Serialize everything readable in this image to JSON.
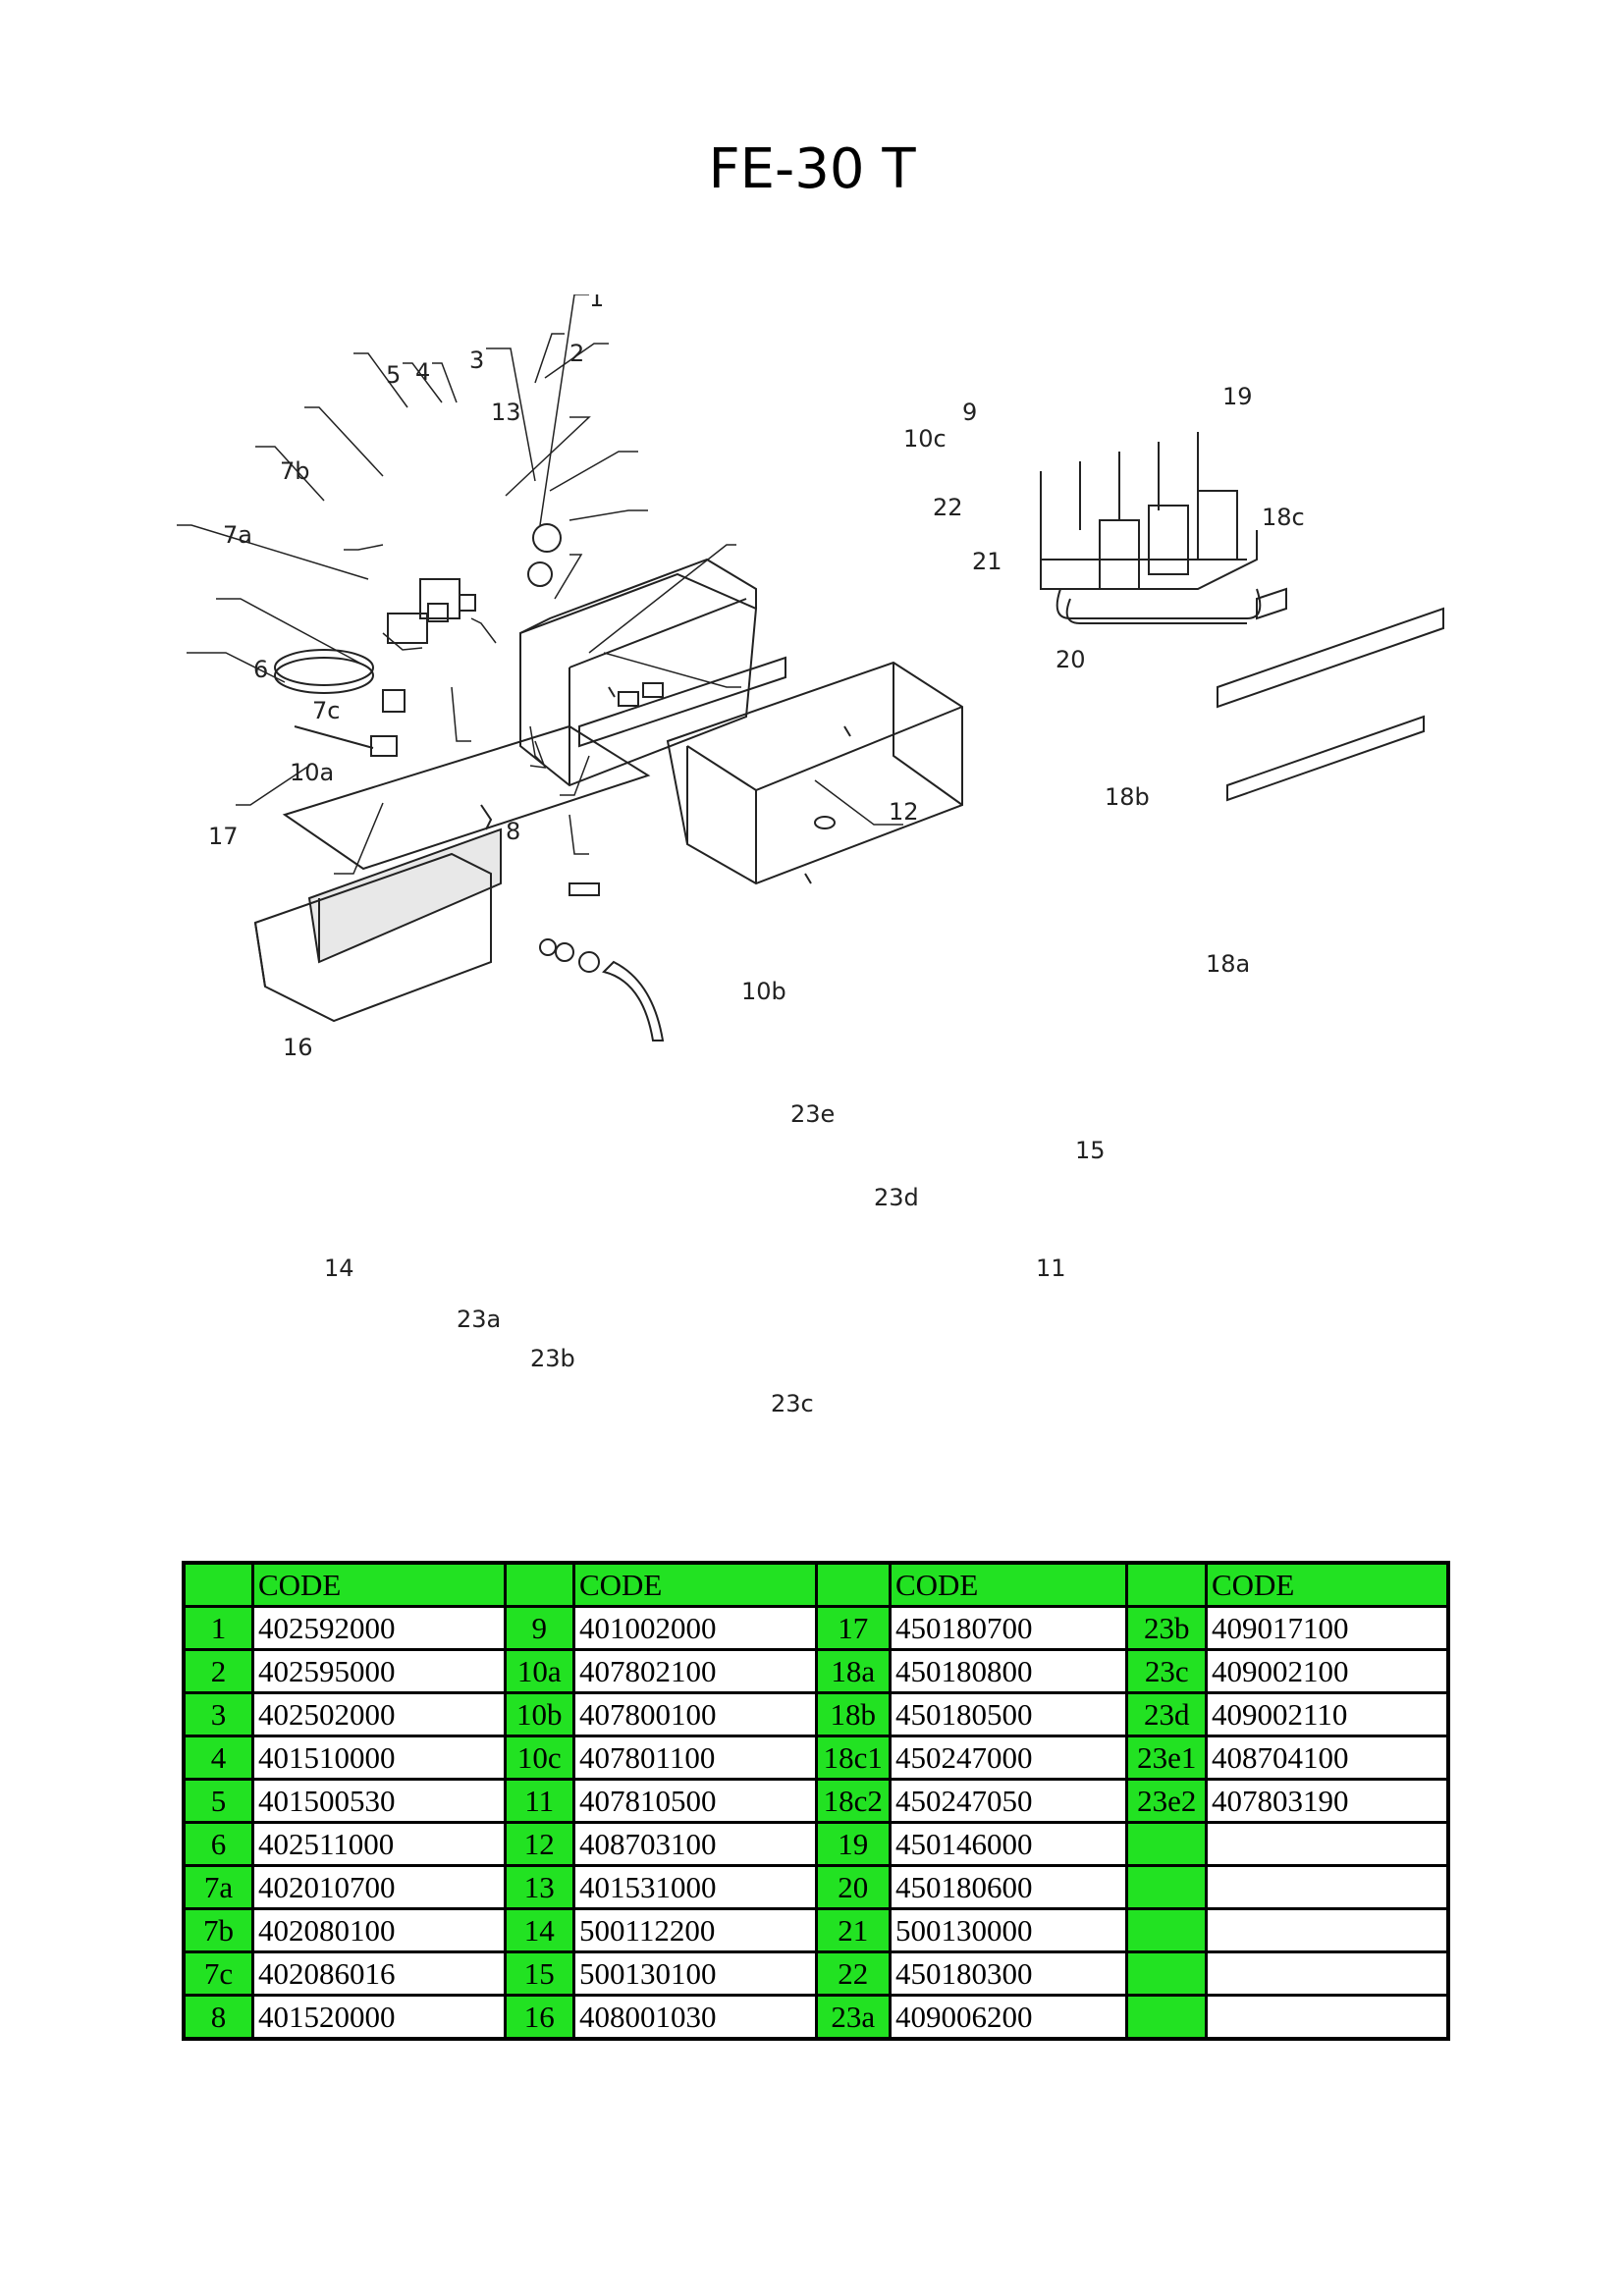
{
  "title": "FE-30 T",
  "callouts": {
    "c1": "1",
    "c2": "2",
    "c3": "3",
    "c4": "4",
    "c5": "5",
    "c6": "6",
    "c7a": "7a",
    "c7b": "7b",
    "c7c": "7c",
    "c8": "8",
    "c9": "9",
    "c10a": "10a",
    "c10b": "10b",
    "c10c": "10c",
    "c11": "11",
    "c12": "12",
    "c13": "13",
    "c14": "14",
    "c15": "15",
    "c16": "16",
    "c17": "17",
    "c18a": "18a",
    "c18b": "18b",
    "c18c": "18c",
    "c19": "19",
    "c20": "20",
    "c21": "21",
    "c22": "22",
    "c23a": "23a",
    "c23b": "23b",
    "c23c": "23c",
    "c23d": "23d",
    "c23e": "23e"
  },
  "table": {
    "header": [
      "",
      "CODE",
      "",
      "CODE",
      "",
      "CODE",
      "",
      "CODE"
    ],
    "rows": [
      [
        "1",
        "402592000",
        "9",
        "401002000",
        "17",
        "450180700",
        "23b",
        "409017100"
      ],
      [
        "2",
        "402595000",
        "10a",
        "407802100",
        "18a",
        "450180800",
        "23c",
        "409002100"
      ],
      [
        "3",
        "402502000",
        "10b",
        "407800100",
        "18b",
        "450180500",
        "23d",
        "409002110"
      ],
      [
        "4",
        "401510000",
        "10c",
        "407801100",
        "18c1",
        "450247000",
        "23e1",
        "408704100"
      ],
      [
        "5",
        "401500530",
        "11",
        "407810500",
        "18c2",
        "450247050",
        "23e2",
        "407803190"
      ],
      [
        "6",
        "402511000",
        "12",
        "408703100",
        "19",
        "450146000",
        "",
        ""
      ],
      [
        "7a",
        "402010700",
        "13",
        "401531000",
        "20",
        "450180600",
        "",
        ""
      ],
      [
        "7b",
        "402080100",
        "14",
        "500112200",
        "21",
        "500130000",
        "",
        ""
      ],
      [
        "7c",
        "402086016",
        "15",
        "500130100",
        "22",
        "450180300",
        "",
        ""
      ],
      [
        "8",
        "401520000",
        "16",
        "408001030",
        "23a",
        "409006200",
        "",
        ""
      ]
    ]
  },
  "colors": {
    "accent": "#22e222",
    "line": "#000000"
  }
}
